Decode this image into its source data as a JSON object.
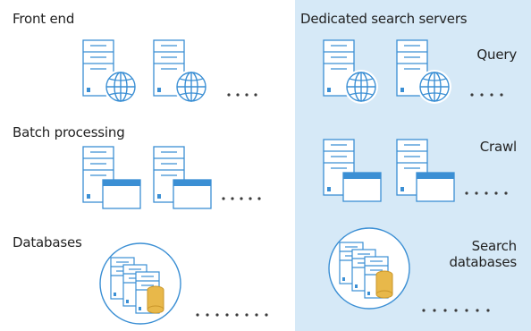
{
  "left": {
    "front_end_label": "Front end",
    "batch_label": "Batch processing",
    "databases_label": "Databases"
  },
  "right": {
    "title": "Dedicated search servers",
    "query_label": "Query",
    "crawl_label": "Crawl",
    "search_db_label_line1": "Search",
    "search_db_label_line2": "databases"
  },
  "colors": {
    "right_panel": "#d6e9f7",
    "server_stroke": "#3b8fd4",
    "database_fill": "#e8b84a"
  },
  "icons": {
    "web_server": "server-globe-icon",
    "app_server": "server-window-icon",
    "database": "database-cluster-icon"
  }
}
